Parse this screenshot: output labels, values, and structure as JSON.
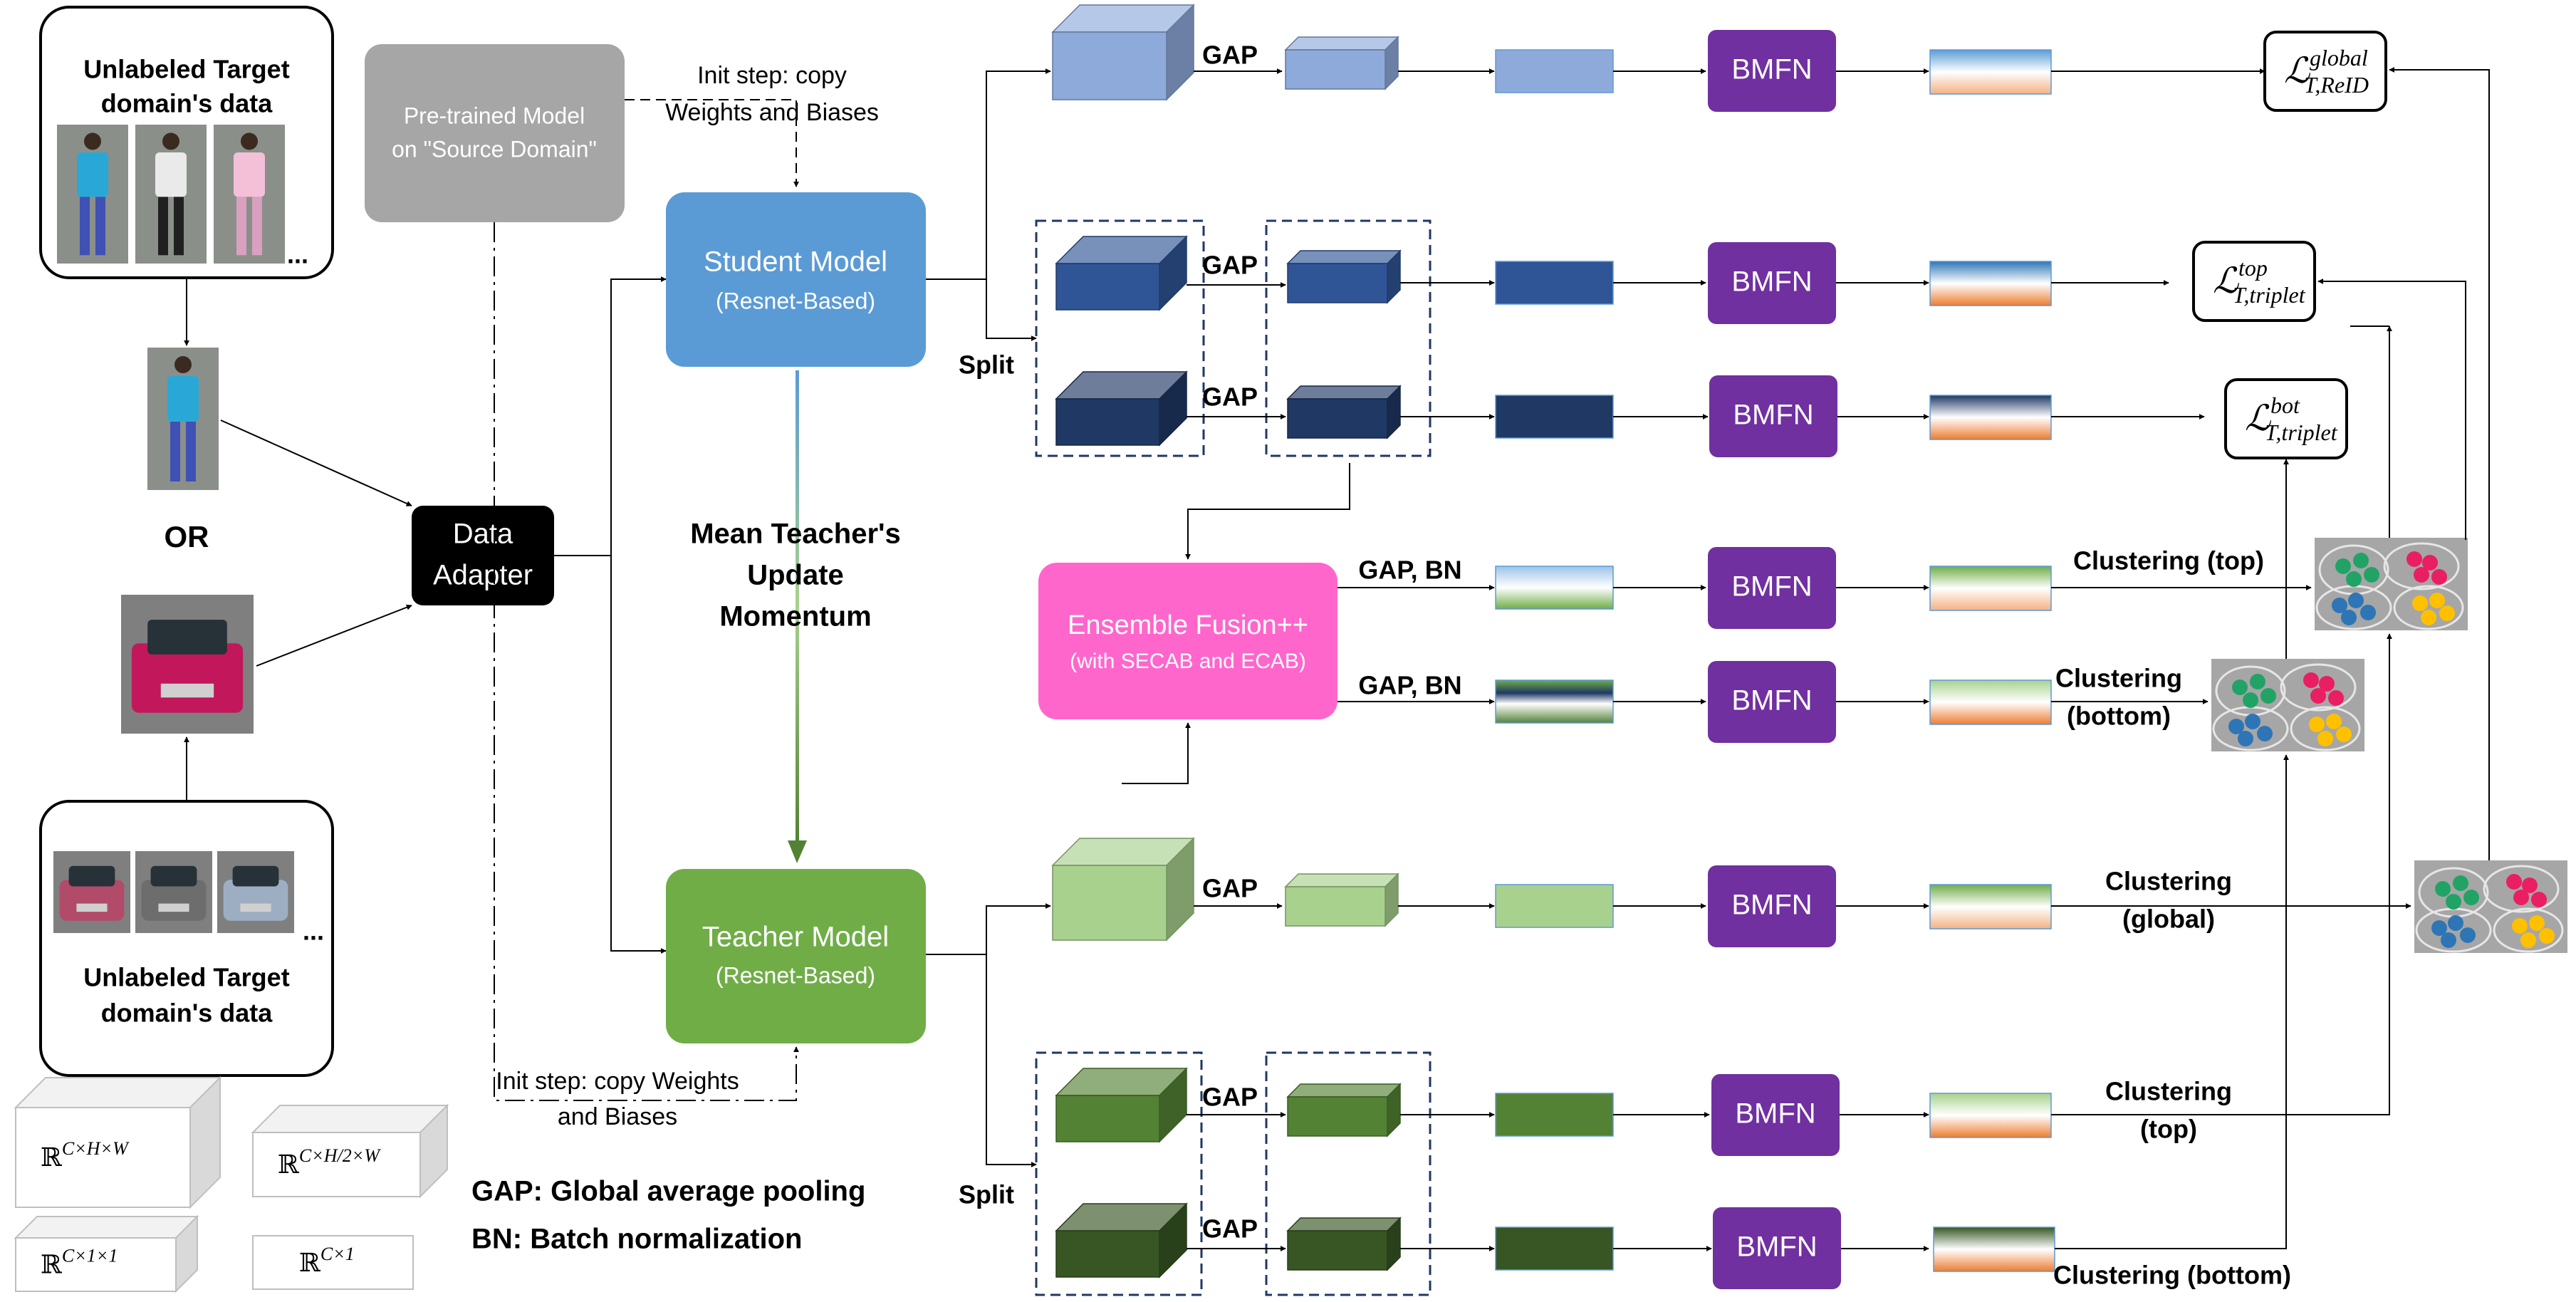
{
  "inputs": {
    "person_panel": "Unlabeled Target domain's data",
    "vehicle_panel": "Unlabeled Target domain's data",
    "or": "OR",
    "ellipsis": "..."
  },
  "models": {
    "pretrained": "Pre-trained Model on \"Source Domain\"",
    "init_top": "Init step: copy Weights and Biases",
    "init_bottom": "Init step: copy Weights and Biases",
    "adapter": "Data Adapter",
    "student_title": "Student Model",
    "student_sub": "(Resnet-Based)",
    "teacher_title": "Teacher Model",
    "teacher_sub": "(Resnet-Based)",
    "momentum": "Mean Teacher's Update Momentum",
    "ensemble_title": "Ensemble Fusion++",
    "ensemble_sub": "(with SECAB and ECAB)"
  },
  "labels": {
    "gap": "GAP",
    "gap_bn": "GAP, BN",
    "split": "Split",
    "bmfn": "BMFN",
    "cluster_top": "Clustering (top)",
    "cluster_bottom_2": "Clustering (bottom)",
    "cluster_global_2": "Clustering (global)",
    "cluster_top_2": "Clustering (top)",
    "cluster_bottom": "Clustering (bottom)"
  },
  "losses": {
    "global": {
      "base": "ℒ",
      "sup": "global",
      "sub": "T,ReID"
    },
    "top": {
      "base": "ℒ",
      "sup": "top",
      "sub": "T,triplet"
    },
    "bot": {
      "base": "ℒ",
      "sup": "bot",
      "sub": "T,triplet"
    }
  },
  "legend": {
    "chw": {
      "base": "ℝ",
      "sup": "C×H×W"
    },
    "ch2w": {
      "base": "ℝ",
      "sup": "C×H/2×W"
    },
    "c11": {
      "base": "ℝ",
      "sup": "C×1×1"
    },
    "c1": {
      "base": "ℝ",
      "sup": "C×1"
    },
    "gap_def": "GAP: Global average pooling",
    "bn_def": "BN: Batch normalization"
  },
  "colors": {
    "student_blue": "#5b9bd5",
    "teacher_green": "#70ad47",
    "bmfn_purple": "#7030a0",
    "ensemble_pink": "#ff66cc",
    "pretrained_gray": "#a6a6a6",
    "adapter_black": "#000000"
  }
}
